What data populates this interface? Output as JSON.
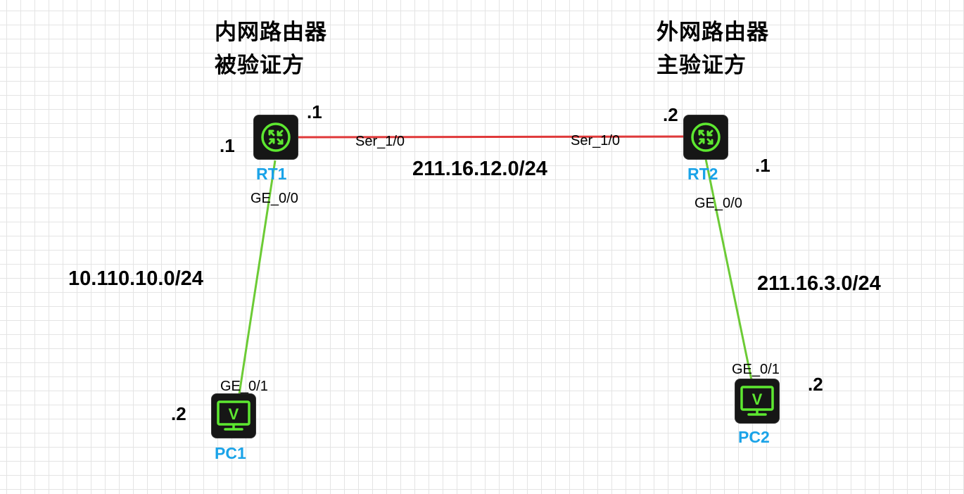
{
  "captions": {
    "inner_line1": "内网路由器",
    "inner_line2": "被验证方",
    "outer_line1": "外网路由器",
    "outer_line2": "主验证方"
  },
  "devices": {
    "rt1": {
      "name": "RT1",
      "icon": "router-icon"
    },
    "rt2": {
      "name": "RT2",
      "icon": "router-icon"
    },
    "pc1": {
      "name": "PC1",
      "icon": "pc-icon"
    },
    "pc2": {
      "name": "PC2",
      "icon": "pc-icon"
    }
  },
  "interfaces": {
    "rt1_ser": "Ser_1/0",
    "rt2_ser": "Ser_1/0",
    "rt1_ge": "GE_0/0",
    "rt2_ge": "GE_0/0",
    "pc1_ge": "GE_0/1",
    "pc2_ge": "GE_0/1"
  },
  "addresses": {
    "rt1_ser": ".1",
    "rt1_ge": ".1",
    "rt2_ser": ".2",
    "rt2_ge": ".1",
    "pc1": ".2",
    "pc2": ".2"
  },
  "networks": {
    "wan": "211.16.12.0/24",
    "lan": "10.110.10.0/24",
    "outside": "211.16.3.0/24"
  },
  "colors": {
    "serial_link": "#e0393a",
    "ethernet_link": "#6ccb35",
    "device_body": "#161616",
    "device_glyph": "#5de830",
    "device_label": "#1aa3e8"
  }
}
